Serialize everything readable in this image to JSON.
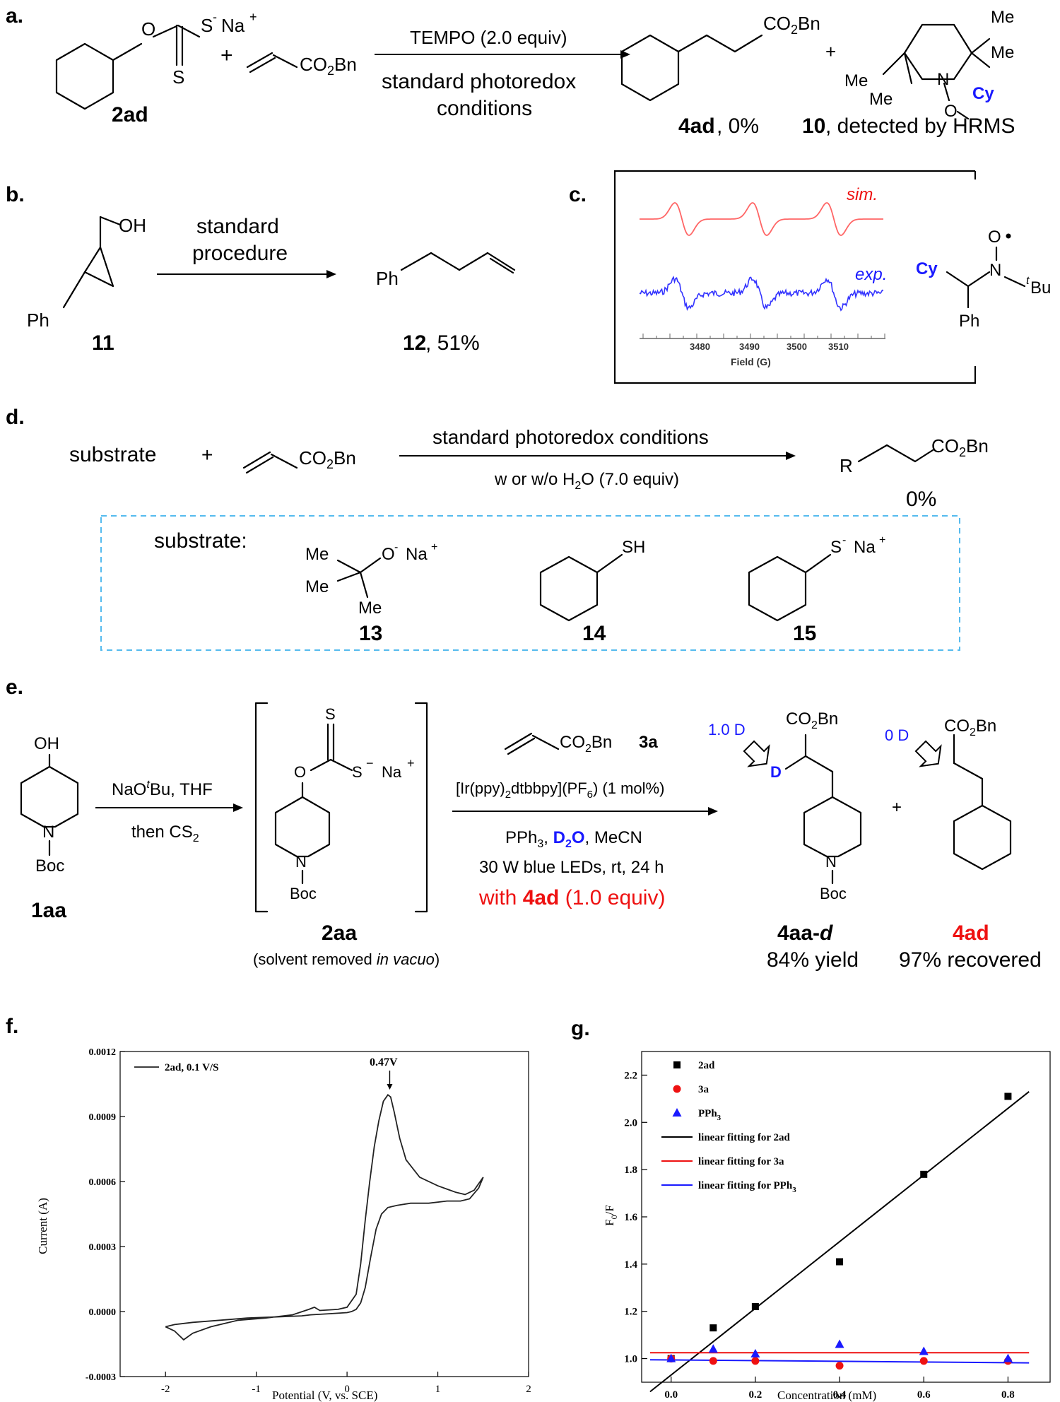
{
  "panels": {
    "a": {
      "label": "a.",
      "reactant_atoms": {
        "o": "O",
        "s_minus": "S",
        "neg": "-",
        "na": "Na",
        "plus": "+",
        "s_thione": "S"
      },
      "reactant_id": "2ad",
      "plus1": "+",
      "acrylate_label": "CO2Bn",
      "reagent_top": "TEMPO (2.0 equiv)",
      "conditions_line1": "standard photoredox",
      "conditions_line2": "conditions",
      "product_label": "CO2Bn",
      "product_id": "4ad",
      "product_yield": ", 0%",
      "plus2": "+",
      "tempo_me": [
        "Me",
        "Me",
        "Me",
        "Me"
      ],
      "tempo_n": "N",
      "tempo_o": "O",
      "tempo_cy": "Cy",
      "adduct_id": "10",
      "adduct_note": ", detected by HRMS"
    },
    "b": {
      "label": "b.",
      "oh": "OH",
      "ph": "Ph",
      "reactant_id": "11",
      "conditions_line1": "standard",
      "conditions_line2": "procedure",
      "product_ph": "Ph",
      "product_id": "12",
      "product_yield": ", 51%"
    },
    "c": {
      "label": "c.",
      "sim_label": "sim.",
      "exp_label": "exp.",
      "ticks": [
        "3480",
        "3490",
        "3500",
        "3510"
      ],
      "axis_title": "Field (G)",
      "adduct": {
        "o": "O",
        "n": "N",
        "cy": "Cy",
        "tbu_t": "t",
        "tbu": "Bu",
        "ph": "Ph"
      }
    },
    "d": {
      "label": "d.",
      "substrate": "substrate",
      "plus": "+",
      "acrylate_label": "CO2Bn",
      "conditions_top": "standard photoredox conditions",
      "conditions_bottom": "w or w/o H2O (7.0 equiv)",
      "product_r": "R",
      "product_label": "CO2Bn",
      "yield": "0%",
      "box_title": "substrate:",
      "compounds": [
        {
          "id": "13",
          "atoms": [
            "Me",
            "Me",
            "Me",
            "O",
            "-",
            "Na",
            "+"
          ]
        },
        {
          "id": "14",
          "atoms": [
            "SH"
          ]
        },
        {
          "id": "15",
          "atoms": [
            "S",
            "-",
            "Na",
            "+"
          ]
        }
      ]
    },
    "e": {
      "label": "e.",
      "start_oh": "OH",
      "start_n": "N",
      "start_boc": "Boc",
      "start_id": "1aa",
      "step1_top": "NaO",
      "step1_top_t": "t",
      "step1_top_end": "Bu, THF",
      "step1_bottom": "then CS2",
      "inter_atoms": {
        "s": "S",
        "o": "O",
        "s_minus": "S",
        "neg": "−",
        "na": "Na",
        "plus": "+",
        "n": "N",
        "boc": "Boc"
      },
      "inter_id": "2aa",
      "inter_note_1": "(solvent removed ",
      "inter_note_2": "in vacuo",
      "inter_note_3": ")",
      "acrylate_label": "CO2Bn",
      "acrylate_id": "3a",
      "catalyst": "[Ir(ppy)2dtbbpy](PF6) (1 mol%)",
      "reagents_1": "PPh3, ",
      "reagents_d2o": "D2O",
      "reagents_2": ", MeCN",
      "light": "30 W blue LEDs, rt, 24 h",
      "with_1": "with ",
      "with_2": "4ad",
      "with_3": " (1.0 equiv)",
      "prod1_d_label": "1.0 D",
      "prod1_d": "D",
      "prod1_co2bn": "CO2Bn",
      "prod1_n": "N",
      "prod1_boc": "Boc",
      "prod1_id": "4aa-d",
      "prod1_yield": "84% yield",
      "plus": "+",
      "prod2_d_label": "0 D",
      "prod2_co2bn": "CO2Bn",
      "prod2_id": "4ad",
      "prod2_yield": "97% recovered"
    },
    "f": {
      "label": "f.",
      "legend": "2ad, 0.1 V/S",
      "peak_label": "0.47V",
      "y_title": "Current (A)",
      "x_title": "Potential (V,   vs. SCE)"
    },
    "g": {
      "label": "g.",
      "x_title": "Concentration (mM)",
      "y_title": "F0/F"
    }
  },
  "chart_data": [
    {
      "type": "line",
      "panel": "f",
      "title": "",
      "xlabel": "Potential (V,   vs. SCE)",
      "ylabel": "Current (A)",
      "xlim": [
        -2.5,
        2
      ],
      "ylim": [
        -0.0003,
        0.0012
      ],
      "x_ticks": [
        "-2",
        "-1",
        "0",
        "1",
        "2"
      ],
      "y_ticks": [
        "-0.0003",
        "0.0000",
        "0.0003",
        "0.0006",
        "0.0009",
        "0.0012"
      ],
      "series": [
        {
          "name": "2ad, 0.1 V/S",
          "x": [
            -2.0,
            -1.9,
            -1.8,
            -1.7,
            -1.5,
            -1.2,
            -0.9,
            -0.6,
            -0.42,
            -0.36,
            -0.3,
            -0.1,
            0.0,
            0.1,
            0.15,
            0.2,
            0.25,
            0.3,
            0.35,
            0.4,
            0.45,
            0.48,
            0.52,
            0.58,
            0.65,
            0.8,
            1.0,
            1.2,
            1.3,
            1.4,
            1.5,
            1.45,
            1.35,
            1.25,
            1.1,
            0.9,
            0.7,
            0.55,
            0.45,
            0.38,
            0.32,
            0.26,
            0.2,
            0.15,
            0.1,
            0.05,
            0.0,
            -0.2,
            -0.4,
            -0.5,
            -0.8,
            -1.1,
            -1.4,
            -1.7,
            -1.9,
            -2.0
          ],
          "y": [
            -7e-05,
            -9e-05,
            -0.00013,
            -0.0001,
            -7e-05,
            -4e-05,
            -3e-05,
            -1.5e-05,
            1e-05,
            2e-05,
            5e-06,
            1e-05,
            2e-05,
            8e-05,
            0.00022,
            0.00042,
            0.0006,
            0.00076,
            0.00088,
            0.00097,
            0.001,
            0.00099,
            0.00092,
            0.0008,
            0.0007,
            0.00062,
            0.00058,
            0.00055,
            0.00054,
            0.00056,
            0.00062,
            0.00057,
            0.00052,
            0.00051,
            0.00051,
            0.0005,
            0.0005,
            0.00049,
            0.00048,
            0.00045,
            0.00038,
            0.00025,
            0.00011,
            4e-05,
            1e-05,
            0.0,
            -5e-06,
            -1e-05,
            -1.5e-05,
            -2e-05,
            -2.5e-05,
            -3e-05,
            -4e-05,
            -5e-05,
            -6e-05,
            -7e-05
          ]
        }
      ],
      "annotation": {
        "text": "0.47V",
        "x": 0.47,
        "y": 0.001
      }
    },
    {
      "type": "scatter",
      "panel": "g",
      "title": "",
      "xlabel": "Concentration (mM)",
      "ylabel": "F0/F",
      "xlim": [
        -0.07,
        0.9
      ],
      "ylim": [
        0.9,
        2.3
      ],
      "x_ticks": [
        "0.0",
        "0.2",
        "0.4",
        "0.6",
        "0.8"
      ],
      "y_ticks": [
        "1.0",
        "1.2",
        "1.4",
        "1.6",
        "1.8",
        "2.0",
        "2.2"
      ],
      "series": [
        {
          "name": "2ad",
          "marker": "square",
          "color": "#000000",
          "x": [
            0.0,
            0.1,
            0.2,
            0.4,
            0.6,
            0.8
          ],
          "y": [
            1.0,
            1.13,
            1.22,
            1.41,
            1.78,
            2.11
          ]
        },
        {
          "name": "3a",
          "marker": "circle",
          "color": "#ee1111",
          "x": [
            0.0,
            0.1,
            0.2,
            0.4,
            0.6,
            0.8
          ],
          "y": [
            1.0,
            0.99,
            0.99,
            0.97,
            0.99,
            0.99
          ]
        },
        {
          "name": "PPh3",
          "marker": "triangle",
          "color": "#1a1aff",
          "x": [
            0.0,
            0.1,
            0.2,
            0.4,
            0.6,
            0.8
          ],
          "y": [
            1.0,
            1.04,
            1.02,
            1.06,
            1.03,
            1.0
          ]
        }
      ],
      "fits": [
        {
          "name": "linear fitting for 2ad",
          "color": "#000000",
          "x": [
            -0.05,
            0.85
          ],
          "y": [
            0.86,
            2.13
          ]
        },
        {
          "name": "linear fitting for 3a",
          "color": "#ee1111",
          "x": [
            -0.05,
            0.85
          ],
          "y": [
            1.025,
            1.025
          ]
        },
        {
          "name": "linear fitting for PPh3",
          "color": "#1a1aff",
          "x": [
            -0.05,
            0.85
          ],
          "y": [
            0.995,
            0.982
          ]
        }
      ]
    }
  ]
}
